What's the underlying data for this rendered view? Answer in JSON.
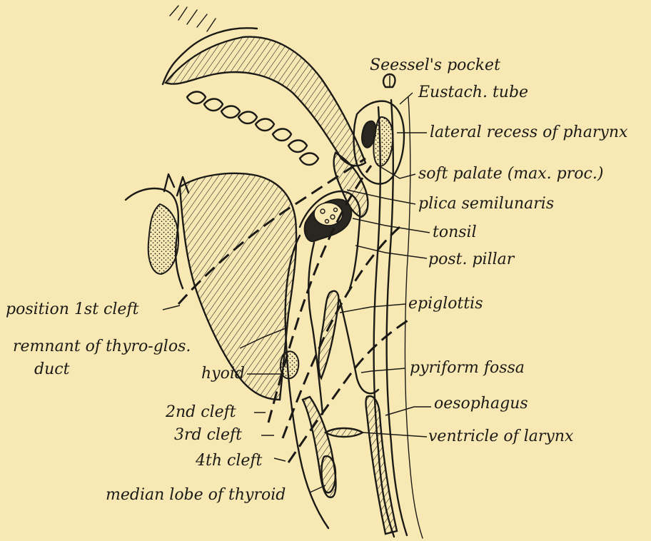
{
  "labels": {
    "seessels_pocket": "Seessel's pocket",
    "eustach_tube": "Eustach. tube",
    "lateral_recess": "lateral recess of pharynx",
    "soft_palate": "soft palate (max. proc.)",
    "plica_semilunaris": "plica semilunaris",
    "tonsil": "tonsil",
    "post_pillar": "post. pillar",
    "position_1st_cleft": "position 1st cleft",
    "remnant_line1": "remnant of thyro-glos.",
    "remnant_line2": "duct",
    "epiglottis": "epiglottis",
    "pyriform_fossa": "pyriform fossa",
    "hyoid": "hyoid",
    "oesophagus": "oesophagus",
    "cleft_2nd": "2nd cleft",
    "cleft_3rd": "3rd cleft",
    "ventricle_of_larynx": "ventricle of larynx",
    "cleft_4th": "4th cleft",
    "median_lobe": "median lobe of thyroid"
  },
  "colors": {
    "paper": "#f7e8b4",
    "ink": "#1c1a16"
  }
}
